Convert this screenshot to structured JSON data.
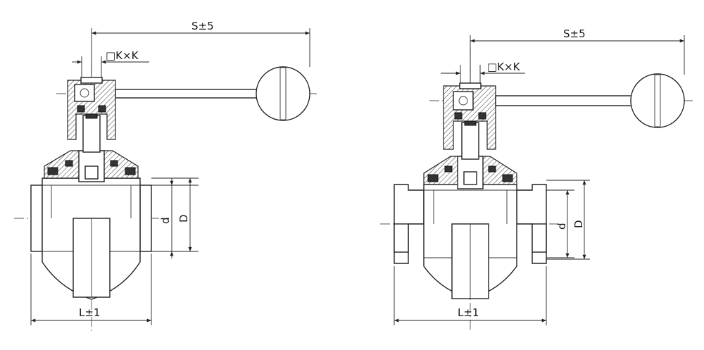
{
  "colors": {
    "line": "#222222",
    "seal": "#333333",
    "background": "#ffffff"
  },
  "views": [
    {
      "id": "left",
      "dims": {
        "s": "S±5",
        "k": "□K×K",
        "l": "L±1",
        "d": "d",
        "D": "D"
      }
    },
    {
      "id": "right",
      "dims": {
        "s": "S±5",
        "k": "□K×K",
        "l": "L±1",
        "d": "d",
        "D": "D"
      }
    }
  ]
}
